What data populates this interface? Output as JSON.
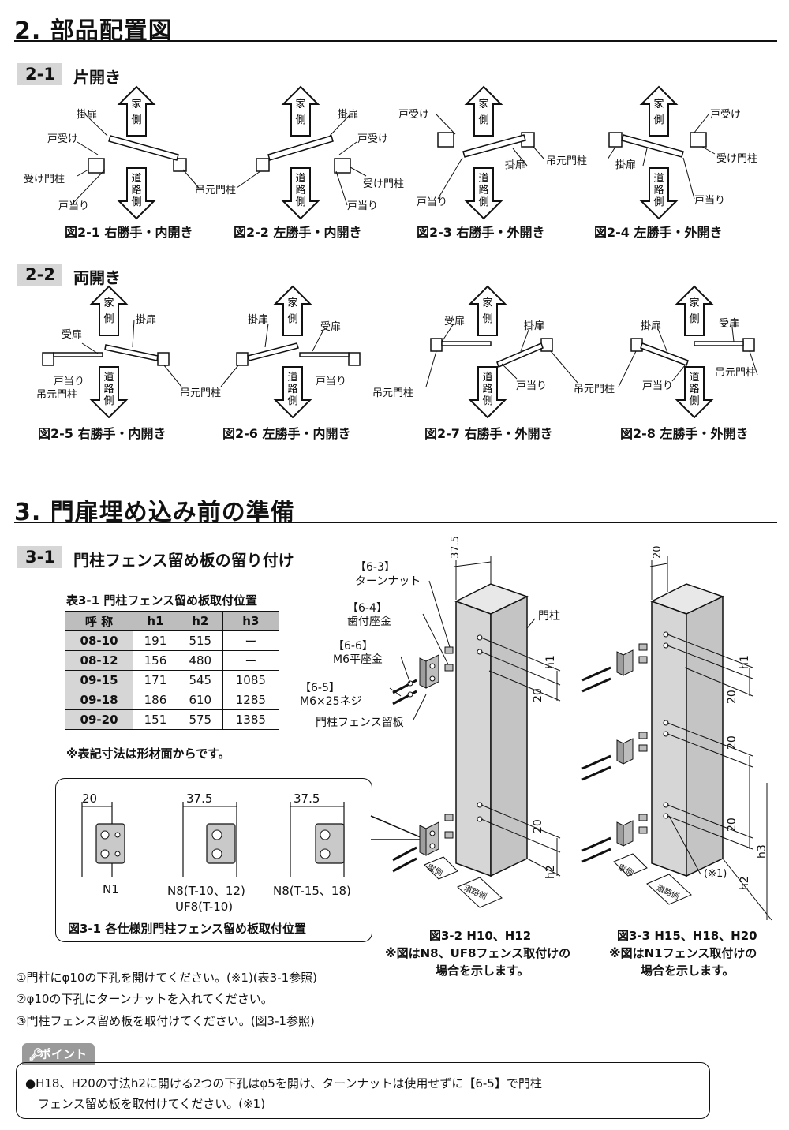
{
  "section2": {
    "title": "2. 部品配置図",
    "sub1_num": "2-1",
    "sub1_title": "片開き",
    "sub2_num": "2-2",
    "sub2_title": "両開き",
    "labels": {
      "ie": "家",
      "gawa": "側",
      "do": "道",
      "ro": "路",
      "kakeTobira": "掛扉",
      "toUke": "戸受け",
      "ukeMonchu": "受け門柱",
      "toAtari": "戸当り",
      "tsuriMotoMonchu": "吊元門柱",
      "ukeTobira": "受扉"
    },
    "captions": [
      "図2-1 右勝手・内開き",
      "図2-2 左勝手・内開き",
      "図2-3 右勝手・外開き",
      "図2-4 左勝手・外開き",
      "図2-5 右勝手・内開き",
      "図2-6 左勝手・内開き",
      "図2-7 右勝手・外開き",
      "図2-8 左勝手・外開き"
    ]
  },
  "section3": {
    "title": "3. 門扉埋め込み前の準備",
    "sub_num": "3-1",
    "sub_title": "門柱フェンス留め板の留り付け",
    "table": {
      "caption": "表3-1 門柱フェンス留め板取付位置",
      "headers": [
        "呼 称",
        "h1",
        "h2",
        "h3"
      ],
      "rows": [
        [
          "08-10",
          "191",
          "515",
          "ー"
        ],
        [
          "08-12",
          "156",
          "480",
          "ー"
        ],
        [
          "09-15",
          "171",
          "545",
          "1085"
        ],
        [
          "09-18",
          "186",
          "610",
          "1285"
        ],
        [
          "09-20",
          "151",
          "575",
          "1385"
        ]
      ],
      "note": "※表記寸法は形材面からです。"
    },
    "fig31": {
      "dims": [
        "20",
        "37.5",
        "37.5"
      ],
      "labels": [
        "N1",
        "N8(T-10、12)",
        "UF8(T-10)",
        "N8(T-15、18)"
      ],
      "caption": "図3-1 各仕様別門柱フェンス留め板取付位置"
    },
    "parts": {
      "p63_num": "【6-3】",
      "p63_name": "ターンナット",
      "p64_num": "【6-4】",
      "p64_name": "歯付座金",
      "p66_num": "【6-6】",
      "p66_name": "M6平座金",
      "p65_num": "【6-5】",
      "p65_name": "M6×25ネジ",
      "plate": "門柱フェンス留板",
      "post": "門柱"
    },
    "dims": {
      "d375": "37.5",
      "d20": "20",
      "h1": "h1",
      "h2": "h2",
      "h3": "h3",
      "ref": "(※1)"
    },
    "arrows": {
      "ie": "家",
      "gawa": "側",
      "road": "道路側"
    },
    "fig32": {
      "caption": "図3-2 H10、H12",
      "note1": "※図はN8、UF8フェンス取付けの",
      "note2": "場合を示します。"
    },
    "fig33": {
      "caption": "図3-3 H15、H18、H20",
      "note1": "※図はN1フェンス取付けの",
      "note2": "場合を示します。"
    },
    "steps": [
      "①門柱にφ10の下孔を開けてください。(※1)(表3-1参照)",
      "②φ10の下孔にターンナットを入れてください。",
      "③門柱フェンス留め板を取付けてください。(図3-1参照)"
    ],
    "point": {
      "tag": "ポイント",
      "line1": "●H18、H20の寸法h2に開ける2つの下孔はφ5を開け、ターンナットは使用せずに【6-5】で門柱",
      "line2": "フェンス留め板を取付けてください。(※1)"
    }
  }
}
